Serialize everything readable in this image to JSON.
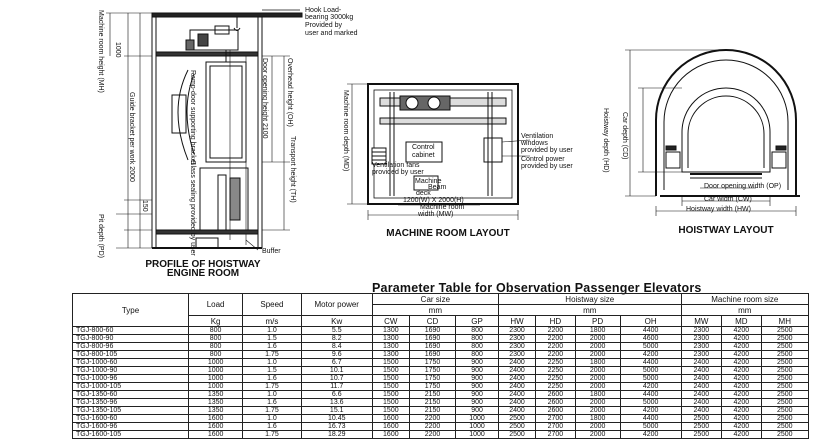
{
  "drawings": {
    "profile": {
      "title_line1": "PROFILE OF HOISTWAY",
      "title_line2": "ENGINE ROOM",
      "hook_load_lines": [
        "Hook Load-",
        "bearing 3000kg",
        "Provided by",
        "user and marked"
      ],
      "buffer": "Buffer",
      "dim_1000": "1000",
      "dim_150": "150",
      "vertical_labels": [
        "Machine room height (MH)",
        "Door opening height 2100",
        "Overhead height (OH)",
        "Transport height (TH)",
        "Guide bracket per work 2000",
        "Pit depth (PD)",
        "Ramp-door supporting bracket",
        "Glass sealing provided by user"
      ]
    },
    "machine_room": {
      "title": "MACHINE ROOM LAYOUT",
      "ventilation": [
        "Ventilation",
        "windows",
        "provided by user"
      ],
      "control_power": [
        "Control power",
        "provided by user"
      ],
      "ventilation_fans": [
        "Ventilation fans",
        "provided by user"
      ],
      "control_cabinet": [
        "Control",
        "cabinet"
      ],
      "machine_base": [
        "Machine",
        "Beam",
        "deck"
      ],
      "hook_size": "1200(W) X 2000(H)",
      "machine_room_width": [
        "Machine room",
        "width (MW)"
      ],
      "depth_label": "Machine room depth (MD)"
    },
    "hoistway": {
      "title": "HOISTWAY LAYOUT",
      "door_opening": "Door opening width (OP)",
      "car_width": "Car width (CW)",
      "hoistway_width": "Hoistway width (HW)",
      "hoistway_depth": "Hoistway depth (HD)",
      "car_depth": "Car depth (CD)"
    }
  },
  "table": {
    "title": "Parameter Table for Observation Passenger Elevators",
    "headers": {
      "type": "Type",
      "load": "Load",
      "speed": "Speed",
      "motor_power": "Motor power",
      "car_size": "Car size",
      "hoistway_size": "Hoistway size",
      "machine_room_size": "Machine room size"
    },
    "units": {
      "load": "Kg",
      "speed": "m/s",
      "motor": "Kw",
      "mm": "mm"
    },
    "subheaders": [
      "CW",
      "CD",
      "GP",
      "HW",
      "HD",
      "PD",
      "OH",
      "MW",
      "MD",
      "MH"
    ],
    "rows": [
      [
        "TGJ-800-60",
        "800",
        "1.0",
        "5.5",
        "1300",
        "1690",
        "800",
        "2300",
        "2200",
        "1800",
        "4400",
        "2300",
        "4200",
        "2500"
      ],
      [
        "TGJ-800-90",
        "800",
        "1.5",
        "8.2",
        "1300",
        "1690",
        "800",
        "2300",
        "2200",
        "2000",
        "4600",
        "2300",
        "4200",
        "2500"
      ],
      [
        "TGJ-800-96",
        "800",
        "1.6",
        "8.4",
        "1300",
        "1690",
        "800",
        "2300",
        "2200",
        "2000",
        "5000",
        "2300",
        "4200",
        "2500"
      ],
      [
        "TGJ-800-105",
        "800",
        "1.75",
        "9.6",
        "1300",
        "1690",
        "800",
        "2300",
        "2200",
        "2000",
        "4200",
        "2300",
        "4200",
        "2500"
      ],
      [
        "TGJ-1000-60",
        "1000",
        "1.0",
        "6.7",
        "1500",
        "1750",
        "900",
        "2400",
        "2250",
        "1800",
        "4400",
        "2400",
        "4200",
        "2500"
      ],
      [
        "TGJ-1000-90",
        "1000",
        "1.5",
        "10.1",
        "1500",
        "1750",
        "900",
        "2400",
        "2250",
        "2000",
        "5000",
        "2400",
        "4200",
        "2500"
      ],
      [
        "TGJ-1000-96",
        "1000",
        "1.6",
        "10.7",
        "1500",
        "1750",
        "900",
        "2400",
        "2250",
        "2000",
        "5000",
        "2400",
        "4200",
        "2500"
      ],
      [
        "TGJ-1000-105",
        "1000",
        "1.75",
        "11.7",
        "1500",
        "1750",
        "900",
        "2400",
        "2250",
        "2000",
        "4200",
        "2400",
        "4200",
        "2500"
      ],
      [
        "TGJ-1350-60",
        "1350",
        "1.0",
        "6.6",
        "1500",
        "2150",
        "900",
        "2400",
        "2600",
        "1800",
        "4400",
        "2400",
        "4200",
        "2500"
      ],
      [
        "TGJ-1350-96",
        "1350",
        "1.6",
        "13.6",
        "1500",
        "2150",
        "900",
        "2400",
        "2600",
        "2000",
        "5000",
        "2400",
        "4200",
        "2500"
      ],
      [
        "TGJ-1350-105",
        "1350",
        "1.75",
        "15.1",
        "1500",
        "2150",
        "900",
        "2400",
        "2600",
        "2000",
        "4200",
        "2400",
        "4200",
        "2500"
      ],
      [
        "TGJ-1600-60",
        "1600",
        "1.0",
        "10.45",
        "1600",
        "2200",
        "1000",
        "2500",
        "2700",
        "1800",
        "4400",
        "2500",
        "4200",
        "2500"
      ],
      [
        "TGJ-1600-96",
        "1600",
        "1.6",
        "16.73",
        "1600",
        "2200",
        "1000",
        "2500",
        "2700",
        "2000",
        "5000",
        "2500",
        "4200",
        "2500"
      ],
      [
        "TGJ-1600-105",
        "1600",
        "1.75",
        "18.29",
        "1600",
        "2200",
        "1000",
        "2500",
        "2700",
        "2000",
        "4200",
        "2500",
        "4200",
        "2500"
      ]
    ]
  }
}
